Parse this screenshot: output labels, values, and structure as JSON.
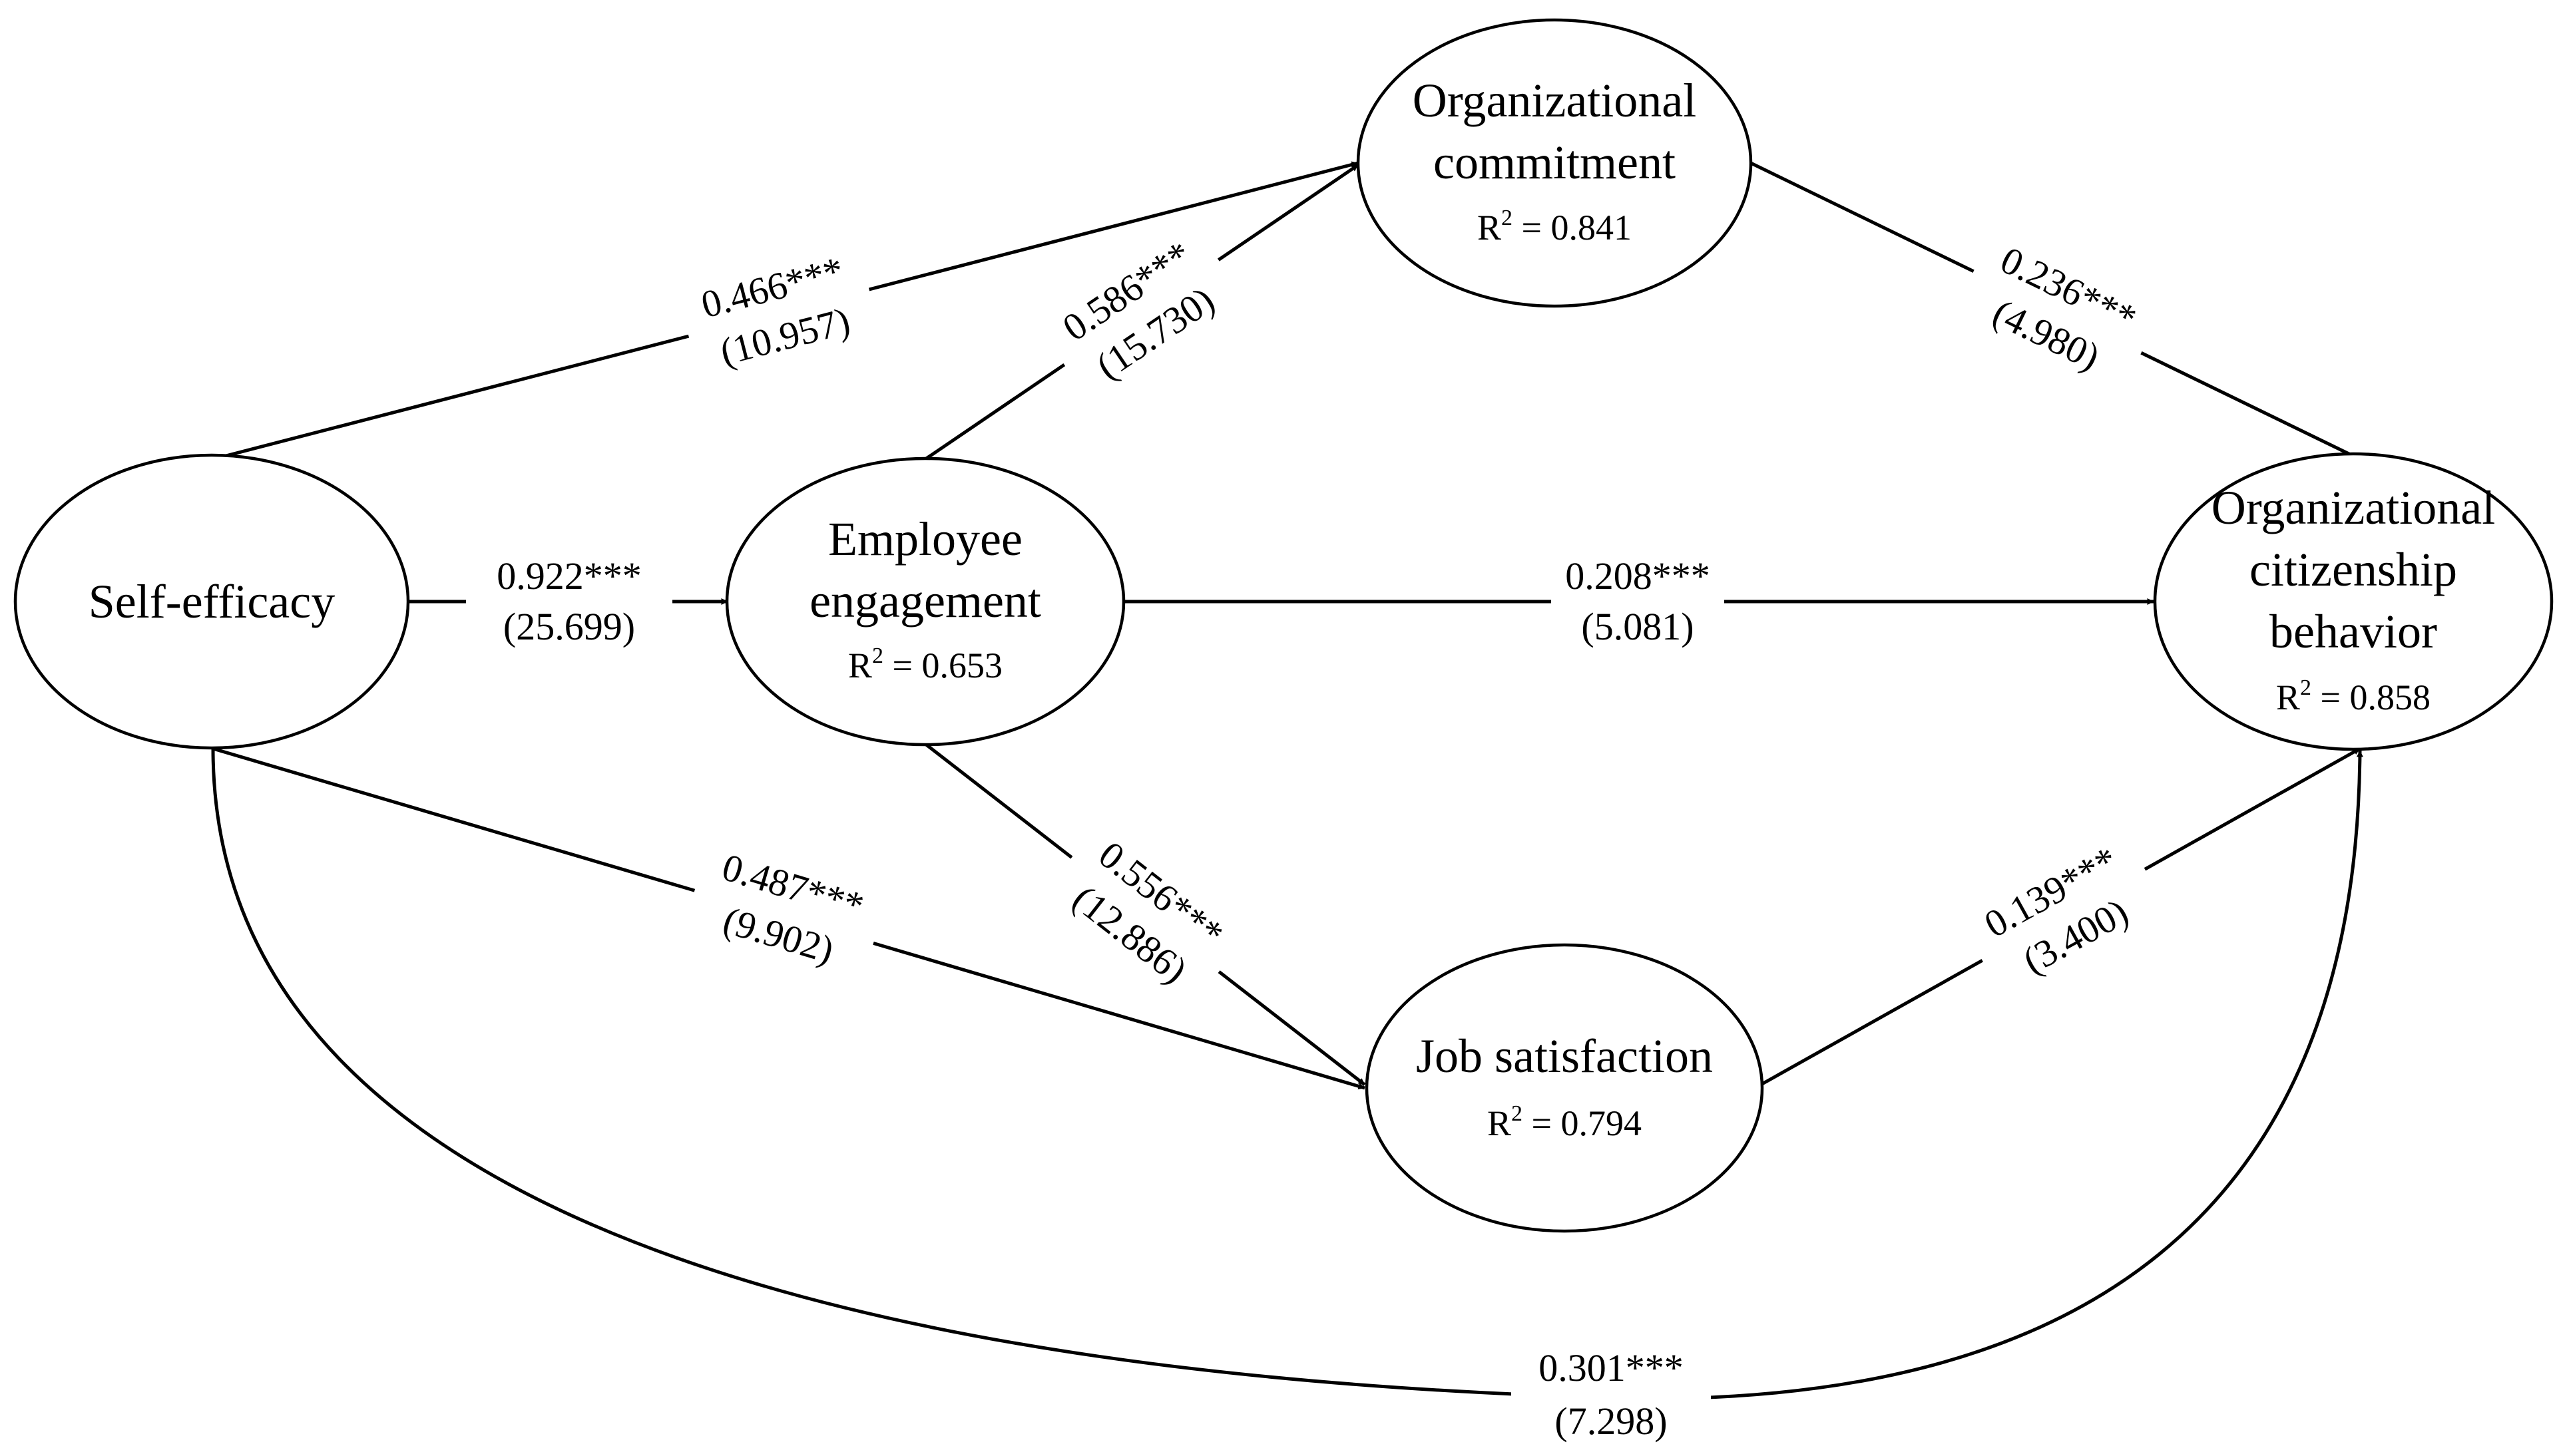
{
  "nodes": {
    "self_efficacy": {
      "lines": [
        "Self-efficacy"
      ]
    },
    "employee_engagement": {
      "lines": [
        "Employee",
        "engagement"
      ],
      "r2": "0.653"
    },
    "organizational_commitment": {
      "lines": [
        "Organizational",
        "commitment"
      ],
      "r2": "0.841"
    },
    "job_satisfaction": {
      "lines": [
        "Job satisfaction"
      ],
      "r2": "0.794"
    },
    "organizational_citizenship_behavior": {
      "lines": [
        "Organizational",
        "citizenship",
        "behavior"
      ],
      "r2": "0.858"
    }
  },
  "r2_prefix": "R",
  "r2_superscript": "2",
  "r2_separator": " = ",
  "edges": {
    "se_to_ee": {
      "from": "Self-efficacy",
      "to": "Employee engagement",
      "coef": "0.922***",
      "t": "(25.699)"
    },
    "se_to_oc": {
      "from": "Self-efficacy",
      "to": "Organizational commitment",
      "coef": "0.466***",
      "t": "(10.957)"
    },
    "ee_to_oc": {
      "from": "Employee engagement",
      "to": "Organizational commitment",
      "coef": "0.586***",
      "t": "(15.730)"
    },
    "oc_to_ocb": {
      "from": "Organizational commitment",
      "to": "Organizational citizenship behavior",
      "coef": "0.236***",
      "t": "(4.980)"
    },
    "ee_to_ocb": {
      "from": "Employee engagement",
      "to": "Organizational citizenship behavior",
      "coef": "0.208***",
      "t": "(5.081)"
    },
    "se_to_js": {
      "from": "Self-efficacy",
      "to": "Job satisfaction",
      "coef": "0.487***",
      "t": "(9.902)"
    },
    "ee_to_js": {
      "from": "Employee engagement",
      "to": "Job satisfaction",
      "coef": "0.556***",
      "t": "(12.886)"
    },
    "js_to_ocb": {
      "from": "Job satisfaction",
      "to": "Organizational citizenship behavior",
      "coef": "0.139***",
      "t": "(3.400)"
    },
    "se_to_ocb": {
      "from": "Self-efficacy",
      "to": "Organizational citizenship behavior",
      "coef": "0.301***",
      "t": "(7.298)"
    }
  }
}
